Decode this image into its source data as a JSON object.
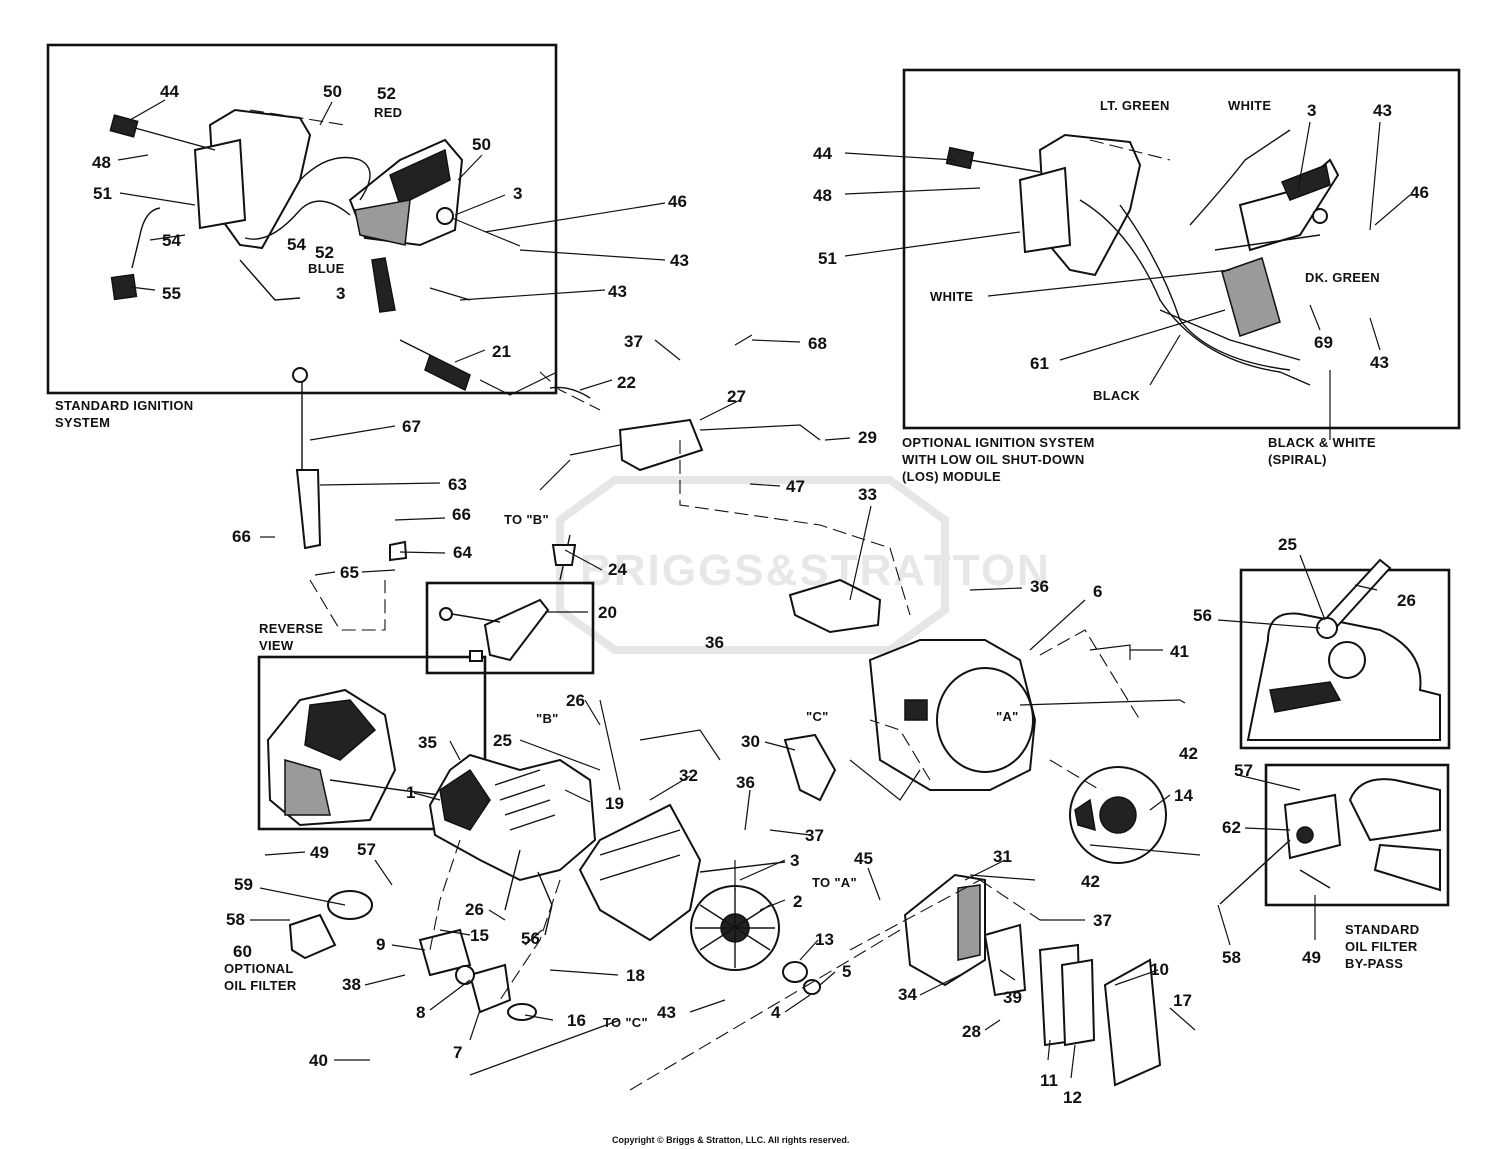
{
  "watermark": "BRIGGS&STRATTON",
  "copyright": "Copyright © Briggs & Stratton, LLC. All rights reserved.",
  "captions": {
    "standard_ignition_1": "STANDARD IGNITION",
    "standard_ignition_2": "SYSTEM",
    "optional_ignition_1": "OPTIONAL IGNITION SYSTEM",
    "optional_ignition_2": "WITH LOW OIL SHUT-DOWN",
    "optional_ignition_3": "(LOS) MODULE",
    "black_white_1": "BLACK & WHITE",
    "black_white_2": "(SPIRAL)",
    "reverse_1": "REVERSE",
    "reverse_2": "VIEW",
    "optional_filter_1": "OPTIONAL",
    "optional_filter_2": "OIL FILTER",
    "std_filter_1": "STANDARD",
    "std_filter_2": "OIL FILTER",
    "std_filter_3": "BY-PASS"
  },
  "wire_labels": {
    "red": "RED",
    "blue": "BLUE",
    "lt_green": "LT. GREEN",
    "white_top": "WHITE",
    "white_left": "WHITE",
    "dk_green": "DK. GREEN",
    "black": "BLACK"
  },
  "refs": {
    "to_a": "TO \"A\"",
    "to_b": "TO \"B\"",
    "to_c": "TO \"C\"",
    "mark_a": "\"A\"",
    "mark_b": "\"B\"",
    "mark_c": "\"C\""
  },
  "callouts": [
    "44",
    "48",
    "51",
    "54",
    "55",
    "50",
    "52",
    "50",
    "3",
    "46",
    "52",
    "3",
    "43",
    "43",
    "44",
    "48",
    "51",
    "3",
    "43",
    "46",
    "61",
    "69",
    "43",
    "21",
    "22",
    "37",
    "68",
    "27",
    "29",
    "47",
    "24",
    "67",
    "63",
    "66",
    "66",
    "65",
    "64",
    "20",
    "33",
    "36",
    "6",
    "41",
    "26",
    "25",
    "35",
    "1",
    "19",
    "30",
    "36",
    "32",
    "37",
    "42",
    "14",
    "42",
    "3",
    "2",
    "45",
    "31",
    "37",
    "13",
    "5",
    "4",
    "18",
    "16",
    "43",
    "26",
    "56",
    "15",
    "9",
    "8",
    "7",
    "40",
    "49",
    "57",
    "59",
    "58",
    "60",
    "38",
    "34",
    "39",
    "28",
    "10",
    "17",
    "11",
    "12",
    "25",
    "26",
    "56",
    "57",
    "62",
    "58",
    "49"
  ]
}
